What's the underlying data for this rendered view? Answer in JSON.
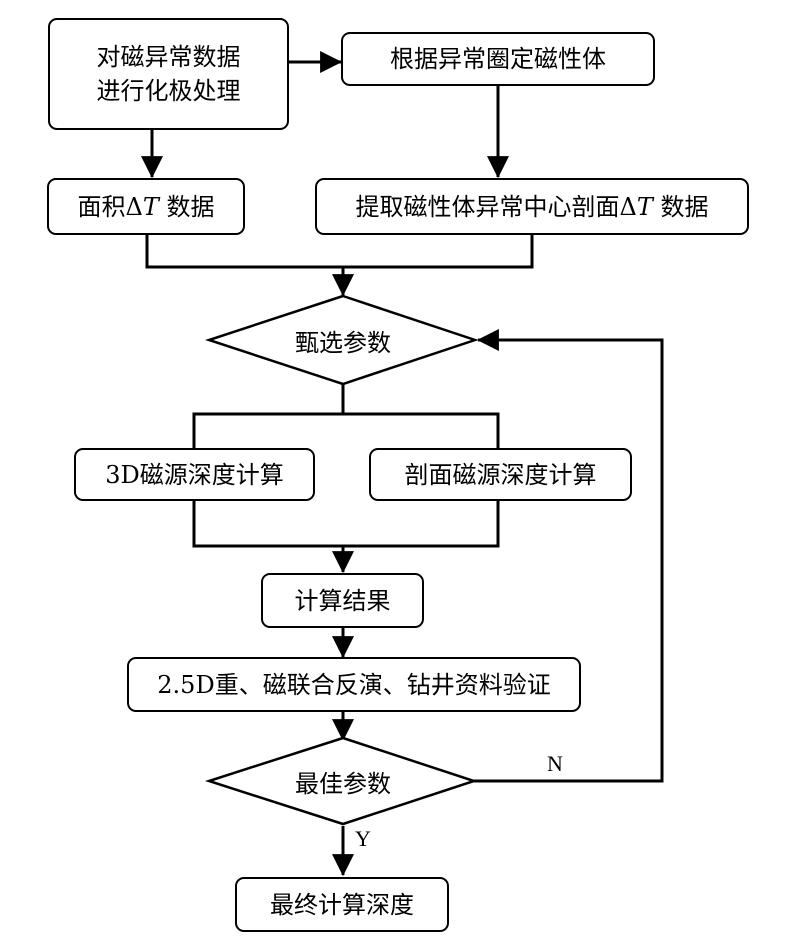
{
  "nodes": {
    "polarization": {
      "line1": "对磁异常数据",
      "line2": "进行化极处理"
    },
    "delineate": "根据异常圈定磁性体",
    "area_data": {
      "prefix": "面积",
      "delta": "Δ",
      "var": "T",
      "suffix": " 数据"
    },
    "profile_data": {
      "prefix": "提取磁性体异常中心剖面",
      "delta": "Δ",
      "var": "T",
      "suffix": " 数据"
    },
    "select_params": "甄选参数",
    "calc_3d": "3D磁源深度计算",
    "calc_profile": "剖面磁源深度计算",
    "result": "计算结果",
    "inversion": "2.5D重、磁联合反演、钻井资料验证",
    "best_params": "最佳参数",
    "final": "最终计算深度"
  },
  "edge_labels": {
    "no": "N",
    "yes": "Y"
  }
}
